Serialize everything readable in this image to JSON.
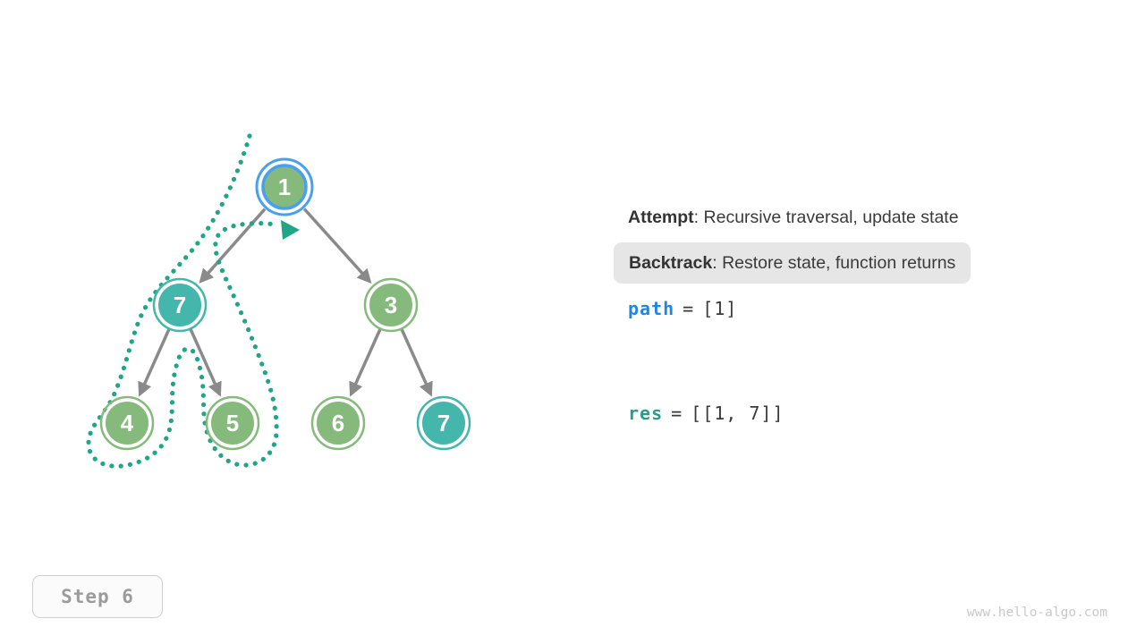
{
  "diagram": {
    "title": "binary-tree backtracking visualization",
    "tree": {
      "nodes": [
        {
          "value": "1",
          "variant": "root-highlight"
        },
        {
          "value": "7",
          "variant": "teal"
        },
        {
          "value": "3",
          "variant": "green"
        },
        {
          "value": "4",
          "variant": "green"
        },
        {
          "value": "5",
          "variant": "green"
        },
        {
          "value": "6",
          "variant": "green"
        },
        {
          "value": "7",
          "variant": "teal"
        }
      ],
      "edges": [
        "1→7",
        "1→3",
        "7→4",
        "7→5",
        "3→6",
        "3→7"
      ],
      "traversal_path": "dotted loop around left subtree (7,4,5) returning to root 1"
    },
    "colors": {
      "node_green": "#86ba7c",
      "node_teal": "#45b6ab",
      "root_ring_blue": "#4aa0f0",
      "edge_gray": "#8a8a8a",
      "dotted_path": "#1fa686"
    }
  },
  "legend": {
    "attempt_label": "Attempt",
    "attempt_sep": ": ",
    "attempt_text": "Recursive traversal, update state",
    "backtrack_label": "Backtrack",
    "backtrack_sep": ": ",
    "backtrack_text": "Restore state, function returns",
    "backtrack_bg": "#e6e6e6"
  },
  "state": {
    "path": {
      "name": "path",
      "eq": "=",
      "value": "[1]",
      "color": "#2186dd"
    },
    "res": {
      "name": "res",
      "eq": "=",
      "value": "[[1, 7]]",
      "color": "#2e9c8c"
    }
  },
  "step": {
    "label": "Step 6"
  },
  "watermark": "www.hello-algo.com"
}
